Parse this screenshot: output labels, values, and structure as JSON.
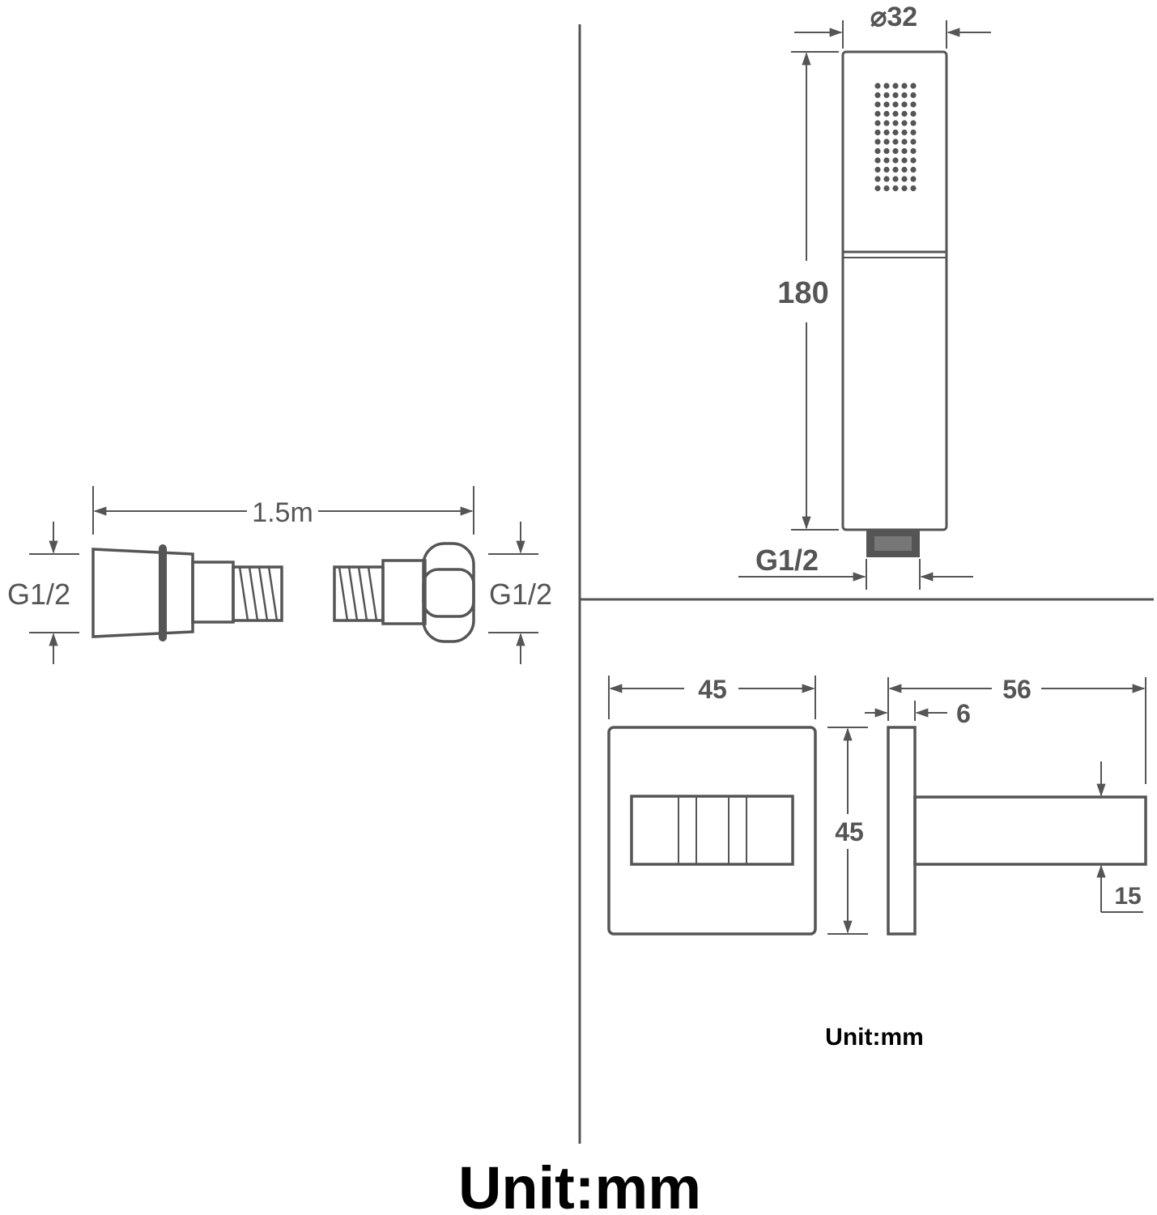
{
  "hose_section": {
    "length_label": "1.5m",
    "left_thread_label": "G1/2",
    "right_thread_label": "G1/2"
  },
  "handshower_section": {
    "diameter_label": "⌀32",
    "length_label": "180",
    "thread_label": "G1/2"
  },
  "bracket_section": {
    "plate_width_label": "45",
    "plate_height_label": "45",
    "projection_label": "56",
    "plate_thickness_label": "6",
    "arm_height_label": "15",
    "unit_label": "Unit:mm"
  },
  "footer": {
    "unit_label": "Unit:mm"
  }
}
